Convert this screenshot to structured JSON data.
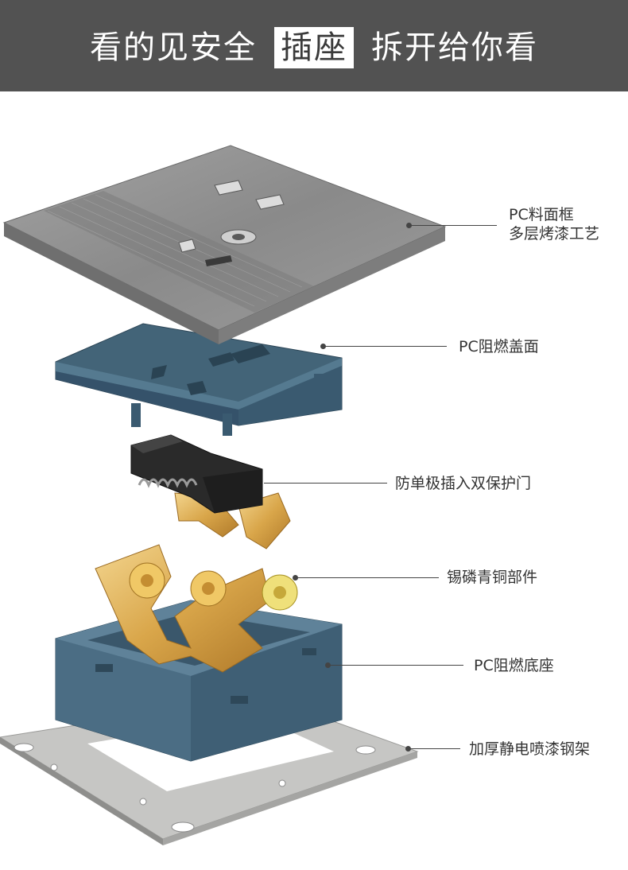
{
  "banner": {
    "title_left": "看的见安全",
    "title_highlight": "插座",
    "title_right": "拆开给你看",
    "background_color": "#525252"
  },
  "labels": [
    {
      "id": "faceplate",
      "line1": "PC料面框",
      "line2": "多层烤漆工艺"
    },
    {
      "id": "cover",
      "line1": "PC阻燃盖面"
    },
    {
      "id": "shutter",
      "line1": "防单极插入双保护门"
    },
    {
      "id": "copper",
      "line1": "锡磷青铜部件"
    },
    {
      "id": "base",
      "line1": "PC阻燃底座"
    },
    {
      "id": "frame",
      "line1": "加厚静电喷漆钢架"
    }
  ],
  "colors": {
    "faceplate": "#8d8d8d",
    "cover": "#436478",
    "copper": "#d9a64a",
    "base": "#4e7088",
    "frame": "#c6c6c4"
  }
}
